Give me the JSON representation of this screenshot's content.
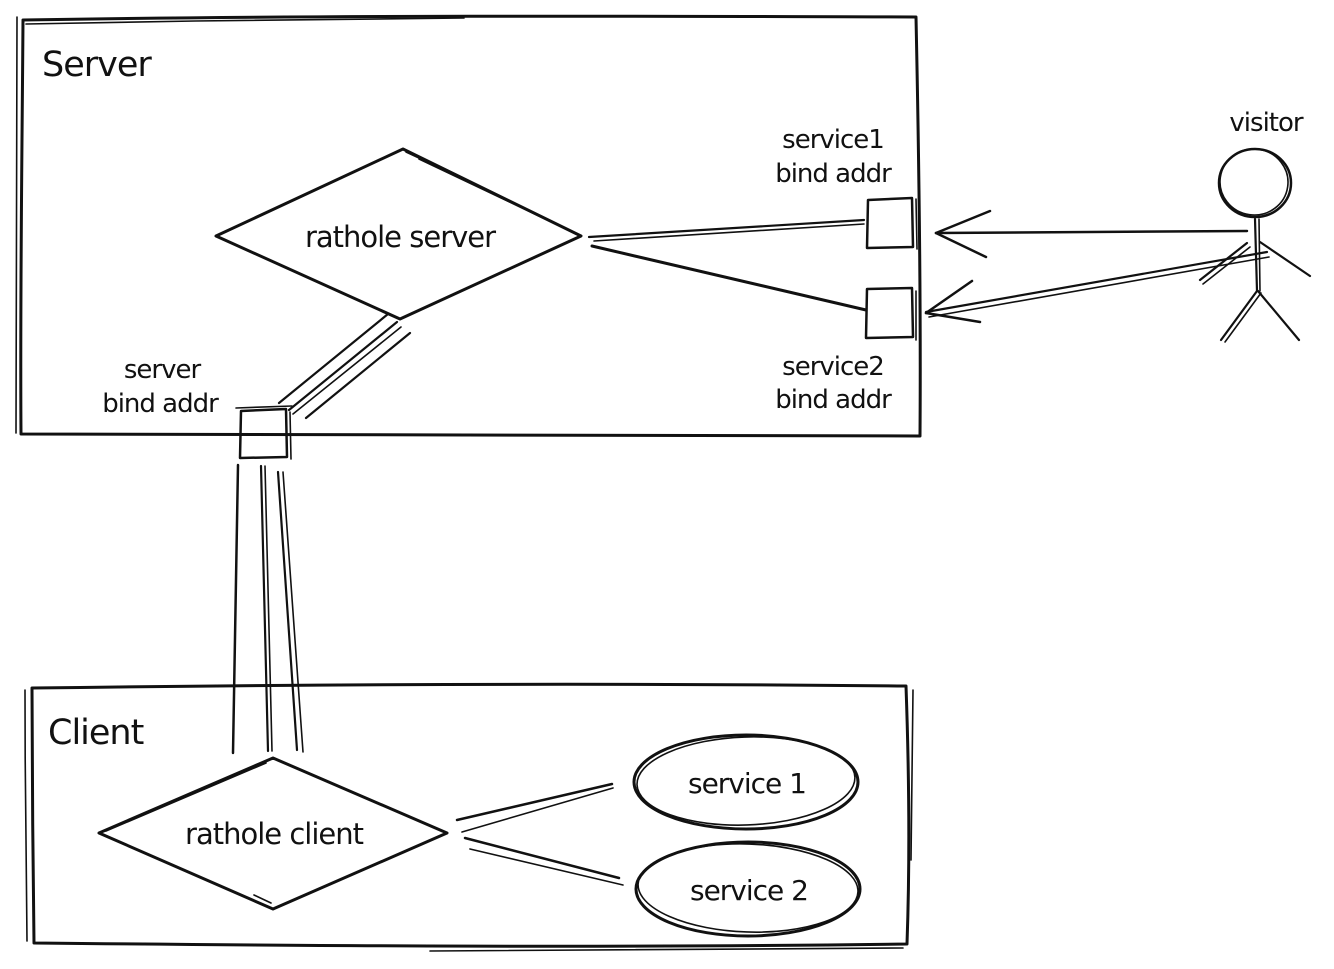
{
  "diagram": {
    "colors": {
      "stroke": "#111111",
      "background": "#ffffff"
    },
    "server_box": {
      "label": "Server",
      "node_label": "rathole server",
      "service1_bind": {
        "line1": "service1",
        "line2": "bind addr"
      },
      "service2_bind": {
        "line1": "service2",
        "line2": "bind addr"
      },
      "server_bind": {
        "line1": "server",
        "line2": "bind addr"
      }
    },
    "client_box": {
      "label": "Client",
      "node_label": "rathole client",
      "service1_label": "service 1",
      "service2_label": "service 2"
    },
    "visitor_label": "visitor"
  }
}
